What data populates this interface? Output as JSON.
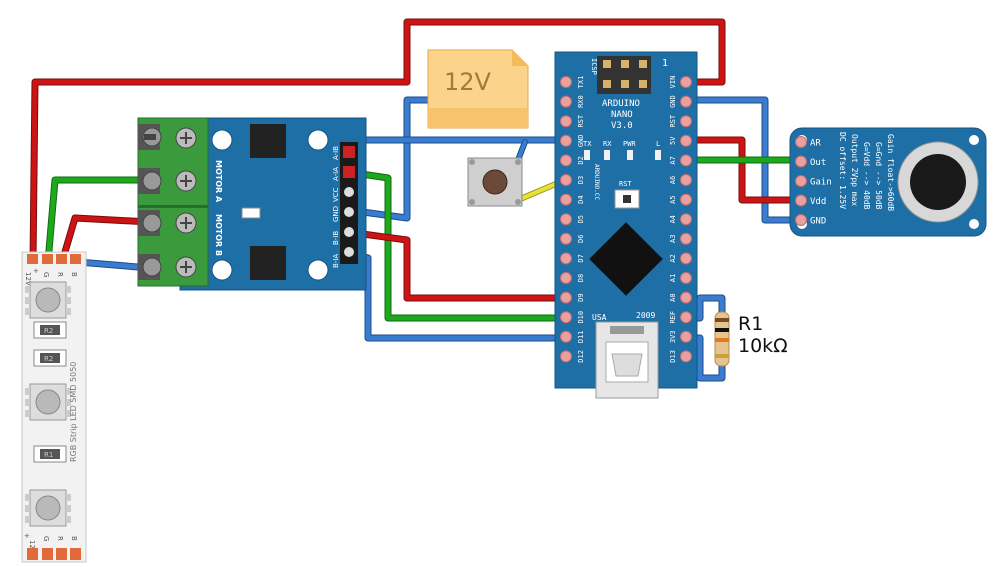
{
  "colors": {
    "red": "#cc1414",
    "green": "#1ea81e",
    "blue": "#3a7ccf",
    "yellow": "#e8e234",
    "pcb": "#1e6fa6",
    "terminal": "#3a9a3c"
  },
  "power": {
    "label": "12V"
  },
  "led_strip": {
    "label": "RGB Strip LED SMD 5050",
    "pins_top": [
      "12V",
      "G",
      "R",
      "B"
    ],
    "plus": "+",
    "pins_bottom": [
      "12V",
      "G",
      "R",
      "B"
    ],
    "resistor_a": "R2",
    "resistor_b": "R1"
  },
  "motor_driver": {
    "motor_a": "MOTOR A",
    "motor_b": "MOTOR B",
    "pins": [
      "B-IA",
      "B-IB",
      "GND",
      "VCC",
      "A-IA",
      "A-IB"
    ]
  },
  "arduino": {
    "title_1": "ARDUINO",
    "title_2": "NANO",
    "title_3": "V3.0",
    "icsp": "ICSP",
    "one": "1",
    "left_pins": [
      "TX1",
      "RX0",
      "RST",
      "GND",
      "D2",
      "D3",
      "D4",
      "D5",
      "D6",
      "D7",
      "D8",
      "D9",
      "D10",
      "D11",
      "D12"
    ],
    "right_pins": [
      "VIN",
      "GND",
      "RST",
      "5V",
      "A7",
      "A6",
      "A5",
      "A4",
      "A3",
      "A2",
      "A1",
      "A0",
      "REF",
      "3V3",
      "D13"
    ],
    "led_labels": [
      "TX",
      "RX",
      "PWR",
      "L"
    ],
    "cc_label": "ARDUINO.CC",
    "rst_label": "RST",
    "usa": "USA",
    "year": "2009"
  },
  "mic": {
    "pins": [
      "AR",
      "Out",
      "Gain",
      "Vdd",
      "GND"
    ],
    "notes": [
      "Gain float->60dB",
      "G=Gnd --> 50dB",
      "G=Vdd --> 40dB",
      "Output 2Vpp max",
      "DC offset: 1.25V"
    ]
  },
  "resistor": {
    "name": "R1",
    "value": "10kΩ"
  }
}
